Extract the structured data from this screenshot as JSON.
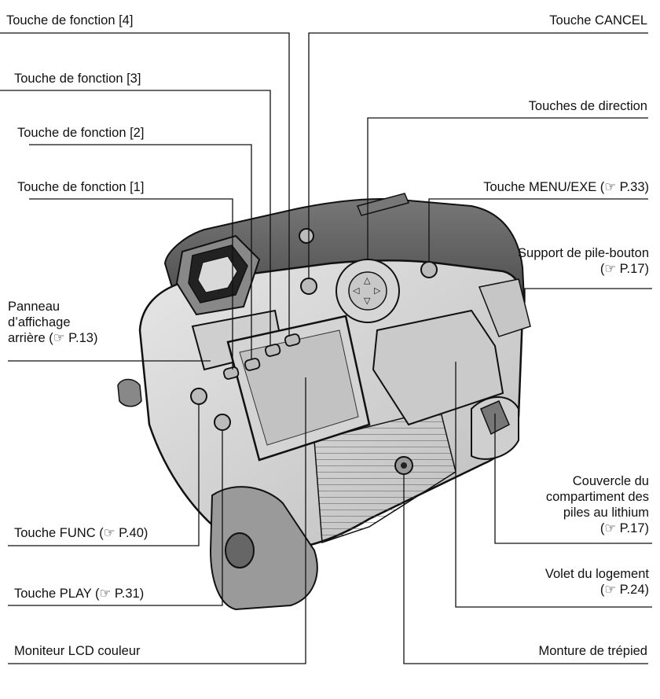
{
  "labels": {
    "fonction4": "Touche de fonction [4]",
    "fonction3": "Touche de fonction [3]",
    "fonction2": "Touche de fonction [2]",
    "fonction1": "Touche de fonction [1]",
    "panneau_line1": "Panneau",
    "panneau_line2": "d’affichage",
    "panneau_line3": "arrière (☞ P.13)",
    "func": "Touche FUNC (☞ P.40)",
    "play": "Touche PLAY (☞ P.31)",
    "lcd": "Moniteur LCD couleur",
    "cancel": "Touche CANCEL",
    "direction": "Touches de direction",
    "menu": "Touche MENU/EXE (☞ P.33)",
    "support_line1": "Support de pile-bouton",
    "support_line2": "(☞ P.17)",
    "couvercle_line1": "Couvercle du",
    "couvercle_line2": "compartiment des",
    "couvercle_line3": "piles au lithium",
    "couvercle_line4": "(☞ P.17)",
    "volet_line1": "Volet du logement",
    "volet_line2": "(☞ P.24)",
    "trepied": "Monture de trépied"
  },
  "camera": {
    "direction_pad_glyphs": [
      "△",
      "▽",
      "◁",
      "▷"
    ]
  }
}
